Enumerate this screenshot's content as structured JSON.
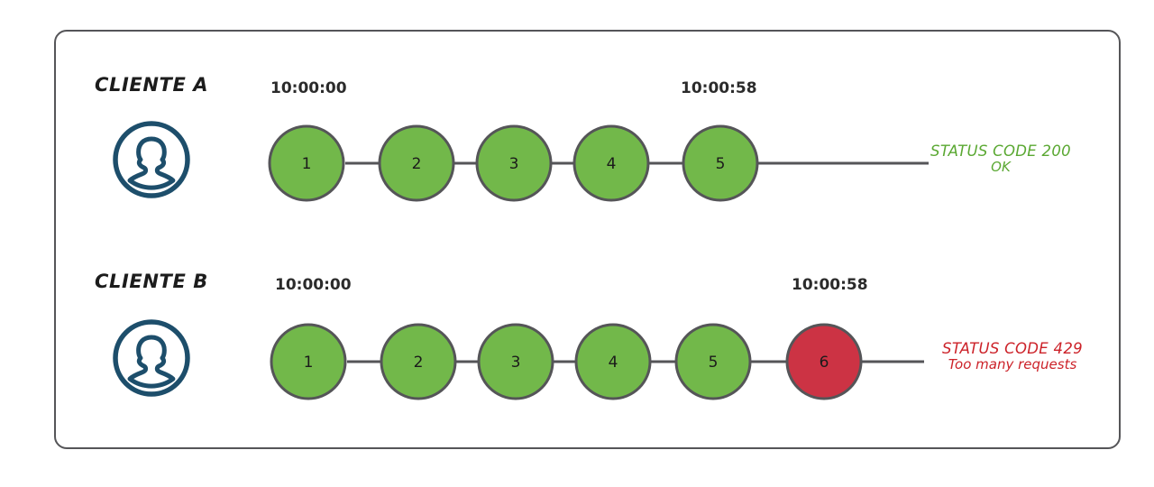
{
  "diagram": {
    "title_visible": false,
    "colors": {
      "node_ok_fill": "#72b84a",
      "node_error_fill": "#cc3344",
      "node_stroke": "#555558",
      "connector": "#555558",
      "frame_stroke": "#555558",
      "avatar": "#1d4e6b",
      "status_ok_text": "#5aa832",
      "status_error_text": "#cc2229",
      "background": "#ffffff"
    },
    "rows": [
      {
        "id": "client-a",
        "label": "CLIENTE A",
        "avatar_icon": "user-avatar-icon",
        "timestamp_start": "10:00:00",
        "timestamp_end": "10:00:58",
        "nodes": [
          {
            "number": "1",
            "state": "ok"
          },
          {
            "number": "2",
            "state": "ok"
          },
          {
            "number": "3",
            "state": "ok"
          },
          {
            "number": "4",
            "state": "ok"
          },
          {
            "number": "5",
            "state": "ok"
          }
        ],
        "status": {
          "line1": "STATUS CODE 200",
          "line2": "OK",
          "state": "ok"
        }
      },
      {
        "id": "client-b",
        "label": "CLIENTE B",
        "avatar_icon": "user-avatar-icon",
        "timestamp_start": "10:00:00",
        "timestamp_end": "10:00:58",
        "nodes": [
          {
            "number": "1",
            "state": "ok"
          },
          {
            "number": "2",
            "state": "ok"
          },
          {
            "number": "3",
            "state": "ok"
          },
          {
            "number": "4",
            "state": "ok"
          },
          {
            "number": "5",
            "state": "ok"
          },
          {
            "number": "6",
            "state": "error"
          }
        ],
        "status": {
          "line1": "STATUS CODE 429",
          "line2": "Too many requests",
          "state": "error"
        }
      }
    ]
  }
}
